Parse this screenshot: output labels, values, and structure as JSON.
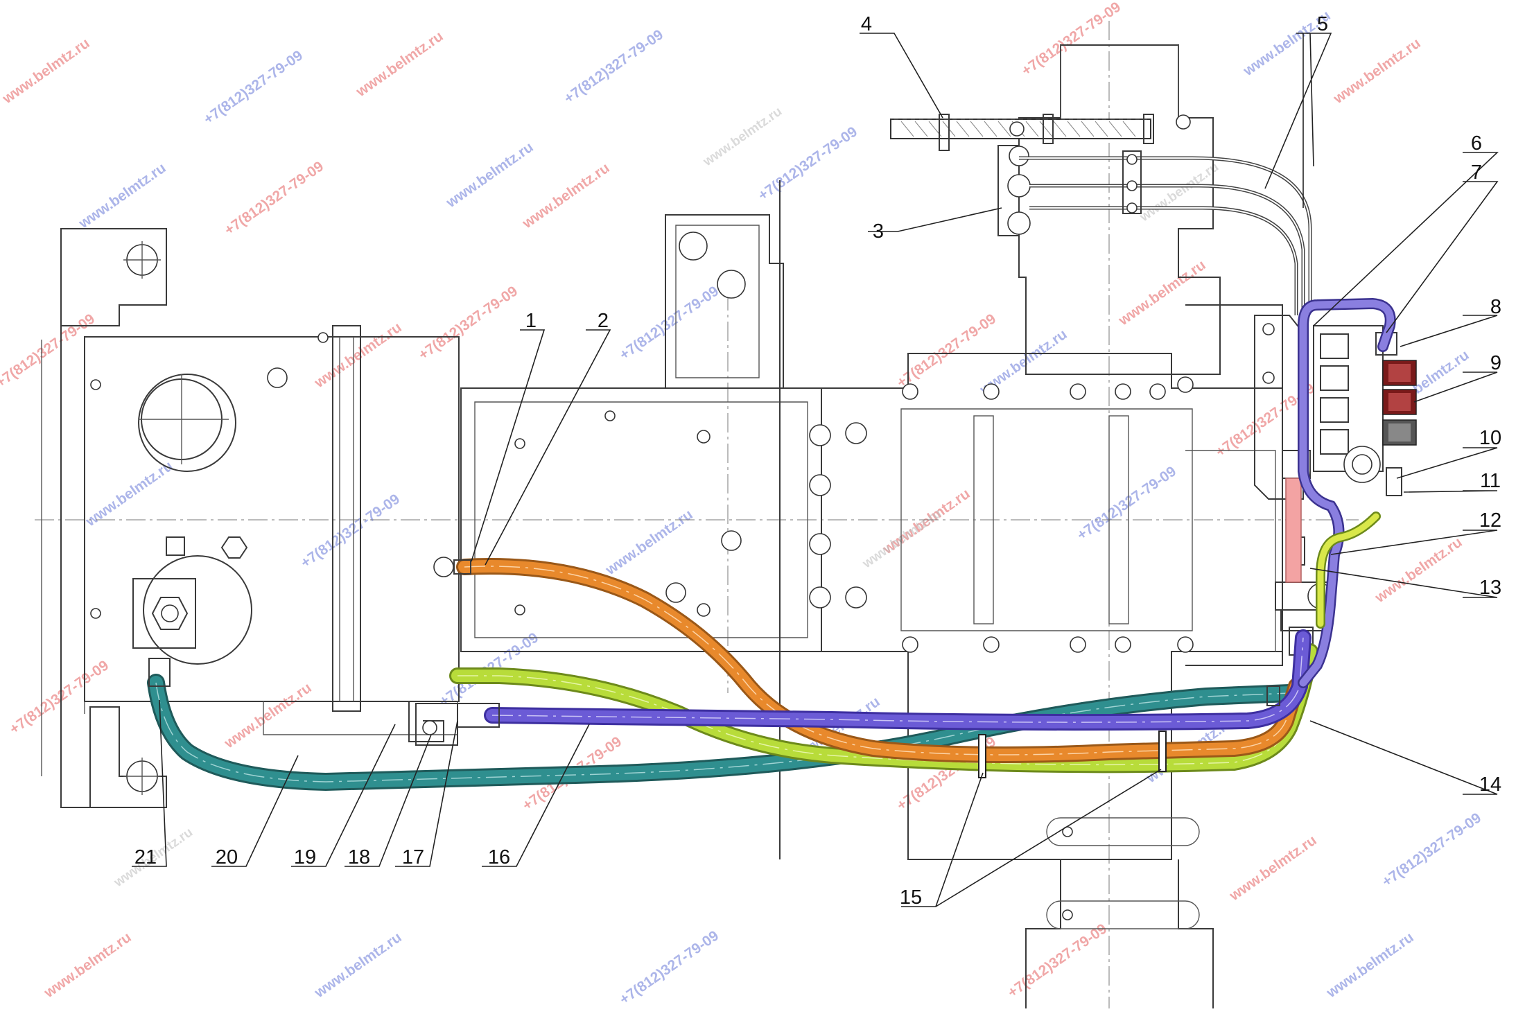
{
  "diagram": {
    "labels": [
      "1",
      "2",
      "3",
      "4",
      "5",
      "6",
      "7",
      "8",
      "9",
      "10",
      "11",
      "12",
      "13",
      "14",
      "15",
      "16",
      "17",
      "18",
      "19",
      "20",
      "21"
    ],
    "hose_colors": {
      "orange": "#e8892c",
      "green": "#b8dc3a",
      "teal": "#2f8f8f",
      "violet": "#6b5bd6",
      "pink": "#f3a3a3",
      "lilac": "#8a7fe0"
    }
  },
  "watermarks": {
    "site": "www.belmtz.ru",
    "phone": "+7(812)327-79-09",
    "site_alt": "www.belmtz.ru"
  }
}
